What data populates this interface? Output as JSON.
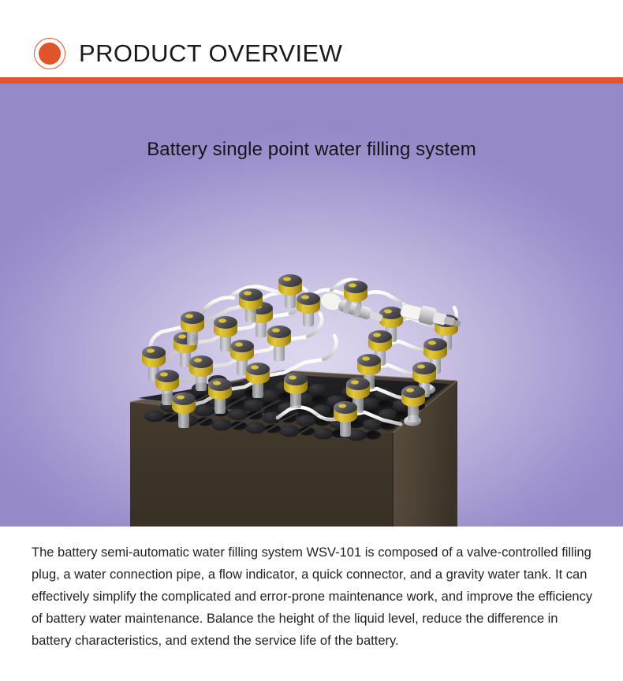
{
  "header": {
    "title": "PRODUCT OVERVIEW",
    "bullet_icon": "filled-circle-ring-icon",
    "accent_color": "#e0542a"
  },
  "hero": {
    "title": "Battery single point water filling system",
    "background_colors": {
      "center": "#ded9ef",
      "mid": "#b3a8d7",
      "edge": "#9589c8"
    },
    "product_image": {
      "name": "battery-water-filling-system-render",
      "alt": "3D render of a traction battery with yellow valve-controlled filling plugs linked by white connection pipes, a flow indicator and a quick connector",
      "parts": [
        "valve-controlled filling plug",
        "water connection pipe",
        "flow indicator",
        "quick connector"
      ],
      "colors": {
        "case": "#3b3228",
        "case_front": "#3a3127",
        "case_side": "#4a4034",
        "top_plate": "#1b1b1d",
        "cell_cap": "#232326",
        "plug_yellow": "#d6bb2c",
        "plug_yellow_dark": "#a8901b",
        "tube_white": "#f2f2f0",
        "connector_grey": "#c8c8cc"
      }
    }
  },
  "description": {
    "body": "The battery semi-automatic water filling system WSV-101 is composed of a valve-controlled filling plug, a water connection pipe, a flow indicator, a quick connector, and a gravity water tank. It can effectively simplify the complicated and error-prone maintenance work, and improve the efficiency of battery water maintenance. Balance the height of the liquid level, reduce the difference in battery characteristics, and extend the service life of the battery."
  }
}
